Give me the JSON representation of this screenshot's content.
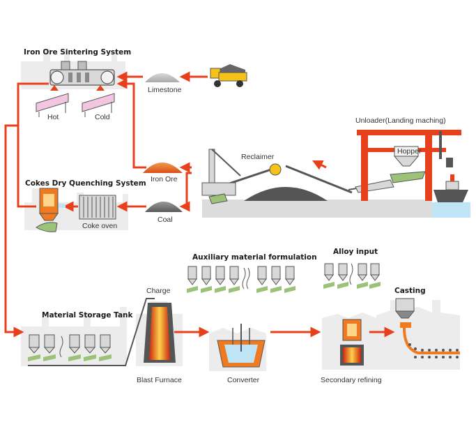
{
  "sections": {
    "iron_ore_sintering": "Iron Ore Sintering System",
    "cokes_dry_quenching": "Cokes Dry Quenching System",
    "auxiliary_material": "Auxiliary material formulation",
    "alloy_input": "Alloy input",
    "material_storage": "Material Storage Tank",
    "casting": "Casting"
  },
  "labels": {
    "hot": "Hot",
    "cold": "Cold",
    "limestone": "Limestone",
    "iron_ore": "Iron Ore",
    "coal": "Coal",
    "coke_oven": "Coke oven",
    "reclaimer": "Reclaimer",
    "unloader": "Unloader(Landing maching)",
    "hopper": "Hopper",
    "charge": "Charge",
    "blast_furnace": "Blast Furnace",
    "converter": "Converter",
    "secondary_refining": "Secondary refining"
  },
  "colors": {
    "flow_arrow": "#e8401c",
    "factory_bg": "#ececec",
    "structure": "#555555",
    "crane": "#e8401c",
    "hot_metal": "#f07a22",
    "green_part": "#9cc27a",
    "pink_part": "#f2c6e0",
    "water": "#bfe4f6"
  }
}
